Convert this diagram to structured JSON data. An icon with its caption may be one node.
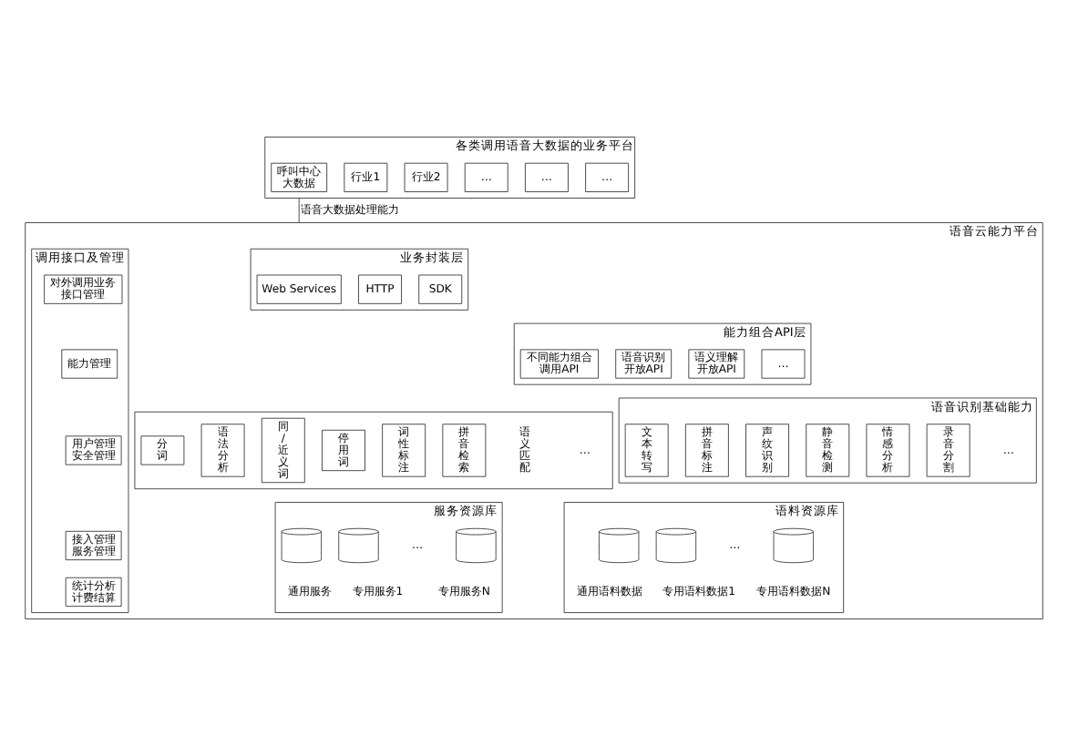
{
  "diagram": {
    "nodes": [
      {
        "text": [
          "各类调用语音大数据的业务平台"
        ]
      },
      {
        "text": [
          "呼叫中心大数据"
        ],
        "in": 0
      },
      {
        "text": [
          "行业1"
        ],
        "in": 0
      },
      {
        "text": [
          "行业2"
        ],
        "in": 0
      },
      {
        "text": [
          "…"
        ],
        "in": 0
      },
      {
        "text": [
          "…"
        ],
        "in": 0
      },
      {
        "text": [
          "…"
        ],
        "in": 0
      },
      {
        "text": [
          "语音云能力平台"
        ]
      },
      {
        "text": [
          "业务封装层"
        ],
        "in": 7
      },
      {
        "text": [
          "Web Services"
        ],
        "in": 8
      },
      {
        "text": [
          "HTTP"
        ],
        "in": 8
      },
      {
        "text": [
          "SDK"
        ],
        "in": 8
      },
      {
        "text": [
          "能力组合API层"
        ],
        "in": 7
      },
      {
        "text": [
          "不同能力组合调用API"
        ],
        "in": 12
      },
      {
        "text": [
          "语音识别开放API"
        ],
        "in": 12
      },
      {
        "text": [
          "语义理解开放API"
        ],
        "in": 12
      },
      {
        "text": [
          "…"
        ],
        "in": 12
      },
      {
        "text": [
          "语音识别基础能力"
        ],
        "in": 7
      },
      {
        "text": [
          "文本转写"
        ],
        "in": 17
      },
      {
        "text": [
          "拼音标注"
        ],
        "in": 17
      },
      {
        "text": [
          "声纹识别"
        ],
        "in": 17
      },
      {
        "text": [
          "静音检测"
        ],
        "in": 17
      },
      {
        "text": [
          "情感分析"
        ],
        "in": 17
      },
      {
        "text": [
          "录音分割"
        ],
        "in": 17
      },
      {
        "text": [],
        "shape": "box",
        "in": 7
      },
      {
        "text": [
          "分词"
        ],
        "in": 24
      },
      {
        "text": [
          "语法分析"
        ],
        "in": 24
      },
      {
        "text": [
          "同/近义词"
        ],
        "in": 24
      },
      {
        "text": [
          "停用词"
        ],
        "in": 24
      },
      {
        "text": [
          "词性标注"
        ],
        "in": 24
      },
      {
        "text": [
          "拼音检索"
        ],
        "in": 24
      },
      {
        "text": [
          "语料资源库"
        ],
        "in": 7
      },
      {
        "text": [],
        "shape": "cylinder",
        "in": 31,
        "beside": [
          "通用语料数据"
        ]
      },
      {
        "text": [],
        "shape": "cylinder",
        "in": 31,
        "beside": [
          "专用语料数据1"
        ]
      },
      {
        "text": [],
        "shape": "cylinder",
        "in": 31,
        "beside": [
          "专用语料数据N"
        ]
      },
      {
        "text": [
          "服务资源库"
        ],
        "in": 7
      },
      {
        "text": [],
        "shape": "cylinder",
        "in": 35,
        "beside": [
          "通用服务"
        ]
      },
      {
        "text": [],
        "shape": "cylinder",
        "in": 35,
        "beside": [
          "专用服务1"
        ]
      },
      {
        "text": [],
        "shape": "cylinder",
        "in": 35,
        "beside": [
          "专用服务N"
        ]
      },
      {
        "text": [
          "调用接口及管理"
        ],
        "in": 7
      },
      {
        "text": [
          "对外调用业务接口管理"
        ],
        "in": 39
      },
      {
        "text": [
          "能力管理"
        ],
        "in": 39
      },
      {
        "text": [
          "用户管理安全管理"
        ],
        "in": 39
      },
      {
        "text": [
          "接入管理服务管理"
        ],
        "in": 39
      },
      {
        "text": [
          "统计分析计费结算"
        ],
        "in": 39
      }
    ],
    "edges": [
      {
        "from": 0,
        "to": 7,
        "arrow": "none",
        "label": "语音大数据处理能力"
      }
    ],
    "labels": [
      "…",
      "语义匹配",
      "…",
      "…",
      "…"
    ]
  }
}
